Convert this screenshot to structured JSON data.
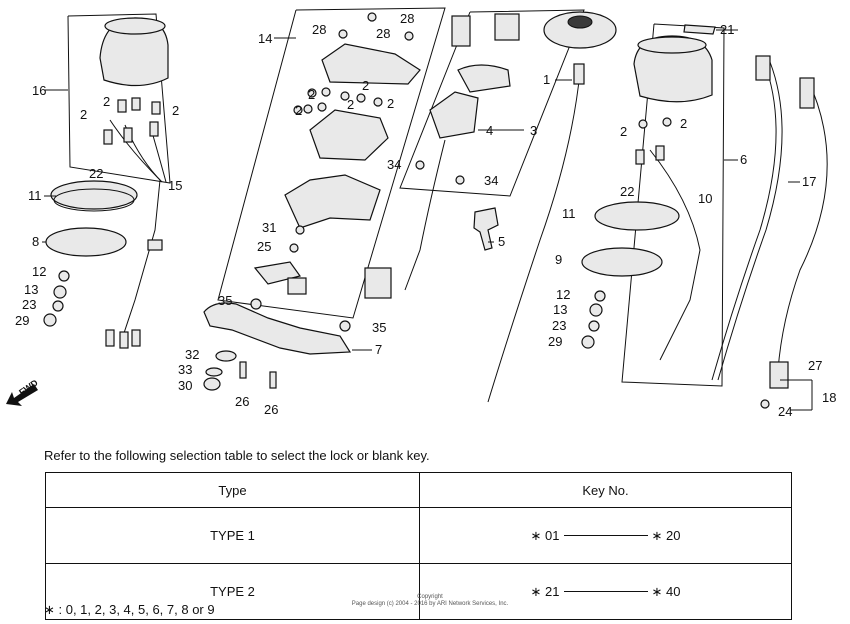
{
  "diagram": {
    "labels": {
      "l1": "1",
      "l2a": "2",
      "l2b": "2",
      "l2c": "2",
      "l2d": "2",
      "l2e": "2",
      "l2f": "2",
      "l2g": "2",
      "l2h": "2",
      "l2i": "2",
      "l2j": "2",
      "l3": "3",
      "l4": "4",
      "l5": "5",
      "l6": "6",
      "l7": "7",
      "l8": "8",
      "l9": "9",
      "l10": "10",
      "l11a": "11",
      "l11b": "11",
      "l12a": "12",
      "l12b": "12",
      "l13a": "13",
      "l13b": "13",
      "l14": "14",
      "l15": "15",
      "l16": "16",
      "l17": "17",
      "l18": "18",
      "l21": "21",
      "l22a": "22",
      "l22b": "22",
      "l23a": "23",
      "l23b": "23",
      "l24": "24",
      "l25": "25",
      "l26a": "26",
      "l26b": "26",
      "l27": "27",
      "l28a": "28",
      "l28b": "28",
      "l28c": "28",
      "l29a": "29",
      "l29b": "29",
      "l30": "30",
      "l31": "31",
      "l32": "32",
      "l33": "33",
      "l34a": "34",
      "l34b": "34",
      "l35a": "35",
      "l35b": "35"
    },
    "fwd_label": "FWD"
  },
  "instruction": "Refer to the following selection table to select the lock or blank key.",
  "table": {
    "header_type": "Type",
    "header_key": "Key No.",
    "rows": [
      {
        "type": "TYPE 1",
        "from": "∗ 01",
        "to": "∗ 20"
      },
      {
        "type": "TYPE 2",
        "from": "∗ 21",
        "to": "∗ 40"
      }
    ]
  },
  "footnote": "∗ : 0, 1, 2, 3, 4, 5, 6, 7, 8 or 9",
  "copyright": "Copyright\nPage design (c) 2004 - 2016 by ARI Network Services, Inc."
}
